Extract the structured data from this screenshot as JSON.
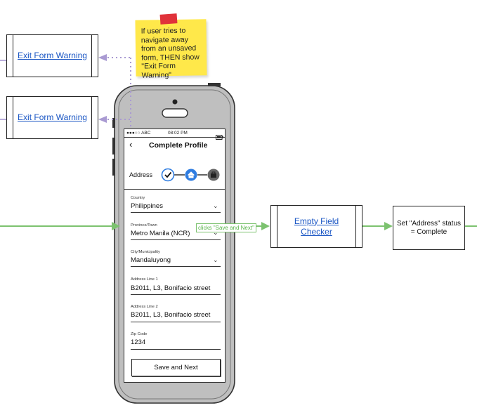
{
  "exit_warning_1": {
    "label": "Exit Form Warning"
  },
  "exit_warning_2": {
    "label": "Exit Form Warning"
  },
  "sticky_note": {
    "text": "If user tries to navigate away from an unsaved form, THEN show \"Exit Form Warning\""
  },
  "status_bar": {
    "carrier": "●●●○○ ABC",
    "time": "08:02 PM"
  },
  "header": {
    "title": "Complete Profile",
    "back_icon": "chevron-left-icon"
  },
  "stepper": {
    "label": "Address",
    "steps": [
      {
        "icon": "check-icon",
        "state": "done"
      },
      {
        "icon": "home-icon",
        "state": "active"
      },
      {
        "icon": "briefcase-icon",
        "state": "pending"
      }
    ]
  },
  "fields": [
    {
      "label": "Country",
      "value": "Philippines",
      "dropdown": true
    },
    {
      "label": "Province/Town",
      "value": "Metro Manila (NCR)",
      "dropdown": true
    },
    {
      "label": "City/Municipality",
      "value": "Mandaluyong",
      "dropdown": true
    },
    {
      "label": "Address Line 1",
      "value": "B2011, L3, Bonifacio street",
      "dropdown": false
    },
    {
      "label": "Address Line 2",
      "value": "B2011, L3, Bonifacio street",
      "dropdown": false
    },
    {
      "label": "Zip Code",
      "value": "1234",
      "dropdown": false
    }
  ],
  "save_button": {
    "label": "Save and Next"
  },
  "edge_label": "clicks \"Save and Next\"",
  "checker": {
    "label": "Empty Field Checker"
  },
  "status_box": {
    "label": "Set \"Address\" status = Complete"
  },
  "colors": {
    "flow": "#7cc26f",
    "link": "#1a56c4",
    "dotted": "#a99ad2",
    "note": "#ffe84a",
    "accent": "#2f7de1"
  }
}
